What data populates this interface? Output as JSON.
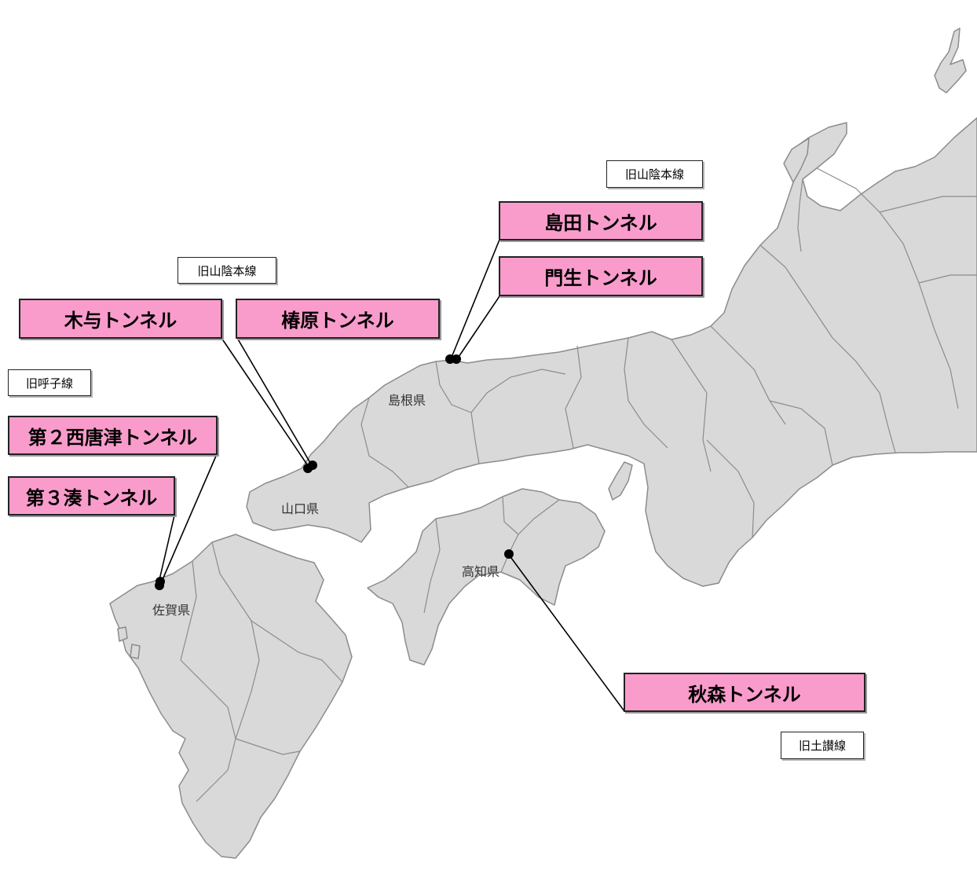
{
  "prefectures": [
    {
      "id": "shimane",
      "label": "島根県"
    },
    {
      "id": "yamaguchi",
      "label": "山口県"
    },
    {
      "id": "saga",
      "label": "佐賀県"
    },
    {
      "id": "kochi",
      "label": "高知県"
    }
  ],
  "lines": [
    {
      "id": "sanin-east",
      "label": "旧山陰本線"
    },
    {
      "id": "sanin-west",
      "label": "旧山陰本線"
    },
    {
      "id": "yobuko",
      "label": "旧呼子線"
    },
    {
      "id": "dosan",
      "label": "旧土讃線"
    }
  ],
  "tunnels": [
    {
      "id": "shimada",
      "label": "島田トンネル"
    },
    {
      "id": "monyu",
      "label": "門生トンネル"
    },
    {
      "id": "kiyo",
      "label": "木与トンネル"
    },
    {
      "id": "tsubakihara",
      "label": "椿原トンネル"
    },
    {
      "id": "nishikaratsu2",
      "label": "第２西唐津トンネル"
    },
    {
      "id": "minato3",
      "label": "第３湊トンネル"
    },
    {
      "id": "akimori",
      "label": "秋森トンネル"
    }
  ],
  "colors": {
    "tunnel_fill": "#f99ccc",
    "land_fill": "#d9d9d9",
    "land_border": "#8c8c8c",
    "marker": "#000000"
  }
}
